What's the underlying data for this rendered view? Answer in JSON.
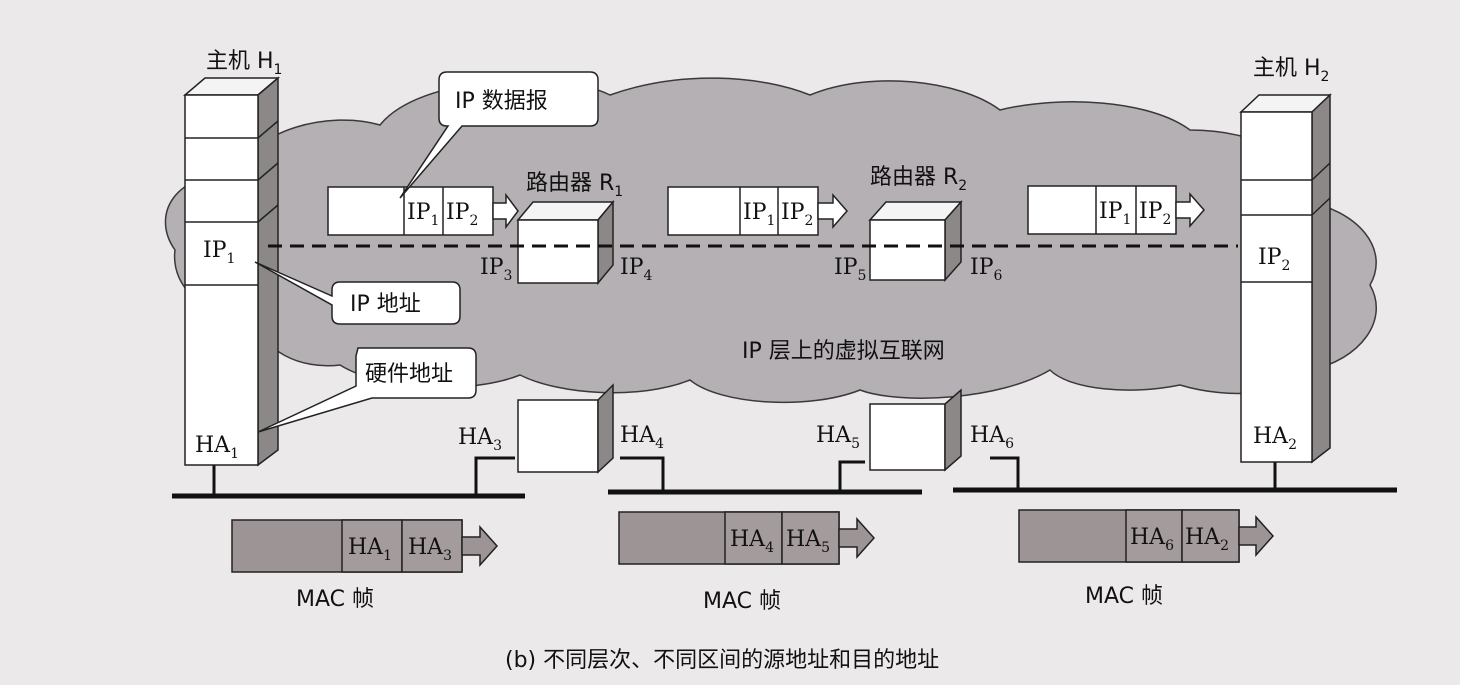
{
  "host_h1": {
    "label": "主机 H",
    "sub": "1",
    "ip_label": "IP",
    "ip_sub": "1",
    "ha_label": "HA",
    "ha_sub": "1"
  },
  "host_h2": {
    "label": "主机 H",
    "sub": "2",
    "ip_label": "IP",
    "ip_sub": "2",
    "ha_label": "HA",
    "ha_sub": "2"
  },
  "router_r1": {
    "label": "路由器 R",
    "sub": "1",
    "ip_left": "IP",
    "ip_left_sub": "3",
    "ip_right": "IP",
    "ip_right_sub": "4",
    "ha_left": "HA",
    "ha_left_sub": "3",
    "ha_right": "HA",
    "ha_right_sub": "4"
  },
  "router_r2": {
    "label": "路由器 R",
    "sub": "2",
    "ip_left": "IP",
    "ip_left_sub": "5",
    "ip_right": "IP",
    "ip_right_sub": "6",
    "ha_left": "HA",
    "ha_left_sub": "5",
    "ha_right": "HA",
    "ha_right_sub": "6"
  },
  "callouts": {
    "ip_datagram": "IP 数据报",
    "ip_address": "IP 地址",
    "hardware_address": "硬件地址"
  },
  "cloud_label": "IP 层上的虚拟互联网",
  "ip_datagrams": [
    {
      "src": "IP",
      "src_sub": "1",
      "dst": "IP",
      "dst_sub": "2"
    },
    {
      "src": "IP",
      "src_sub": "1",
      "dst": "IP",
      "dst_sub": "2"
    },
    {
      "src": "IP",
      "src_sub": "1",
      "dst": "IP",
      "dst_sub": "2"
    }
  ],
  "mac_frames": [
    {
      "src": "HA",
      "src_sub": "1",
      "dst": "HA",
      "dst_sub": "3",
      "label": "MAC 帧"
    },
    {
      "src": "HA",
      "src_sub": "4",
      "dst": "HA",
      "dst_sub": "5",
      "label": "MAC 帧"
    },
    {
      "src": "HA",
      "src_sub": "6",
      "dst": "HA",
      "dst_sub": "2",
      "label": "MAC 帧"
    }
  ],
  "caption": "(b) 不同层次、不同区间的源地址和目的地址",
  "colors": {
    "cloud": "#b5b0b3",
    "frame_fill": "#9d9495",
    "background": "#ece9ea",
    "box": "#ffffff"
  }
}
